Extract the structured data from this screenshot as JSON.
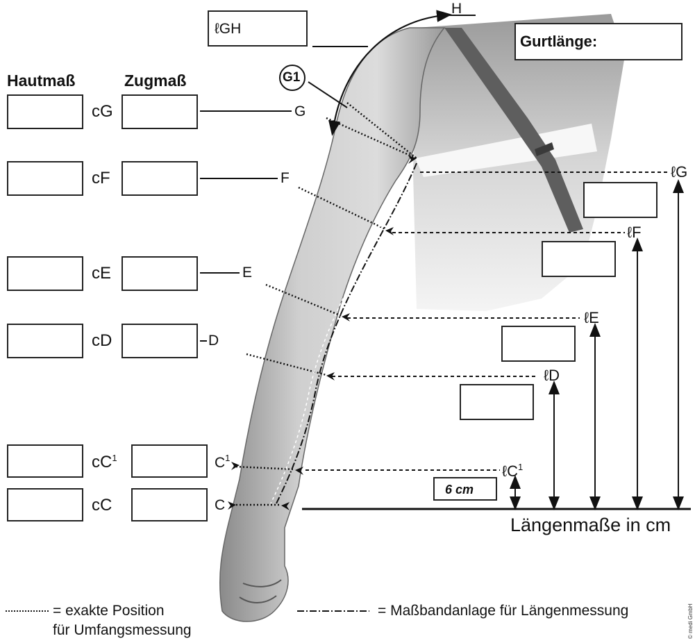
{
  "headers": {
    "haut": "Hautmaß",
    "zug": "Zugmaß"
  },
  "rows": [
    {
      "id": "cG",
      "label": "cG",
      "point": "G"
    },
    {
      "id": "cF",
      "label": "cF",
      "point": "F"
    },
    {
      "id": "cE",
      "label": "cE",
      "point": "E"
    },
    {
      "id": "cD",
      "label": "cD",
      "point": "D"
    },
    {
      "id": "cC1",
      "label": "cC",
      "label_sup": "1",
      "point": "C",
      "point_sup": "1"
    },
    {
      "id": "cC",
      "label": "cC",
      "point": "C"
    }
  ],
  "top": {
    "lgh_label": "ℓGH",
    "h_label": "H",
    "g1_label": "G1",
    "gurt_label": "Gurtlänge:"
  },
  "lengths": {
    "lG": "ℓG",
    "lF": "ℓF",
    "lE": "ℓE",
    "lD": "ℓD",
    "lC1": "ℓC",
    "lC1_sup": "1",
    "six_cm": "6 cm",
    "axis_title": "Längenmaße in cm"
  },
  "legend": {
    "dotted_a": "= exakte Position",
    "dotted_b": "für Umfangsmessung",
    "dashdot": "= Maßbandanlage für Längenmessung"
  },
  "credit": "© medi GmbH",
  "colors": {
    "ink": "#111111",
    "skin_light": "#e2e2e2",
    "skin_mid": "#b8b8b8",
    "skin_dark": "#7c7c7c",
    "strap": "#6a6a6a"
  }
}
